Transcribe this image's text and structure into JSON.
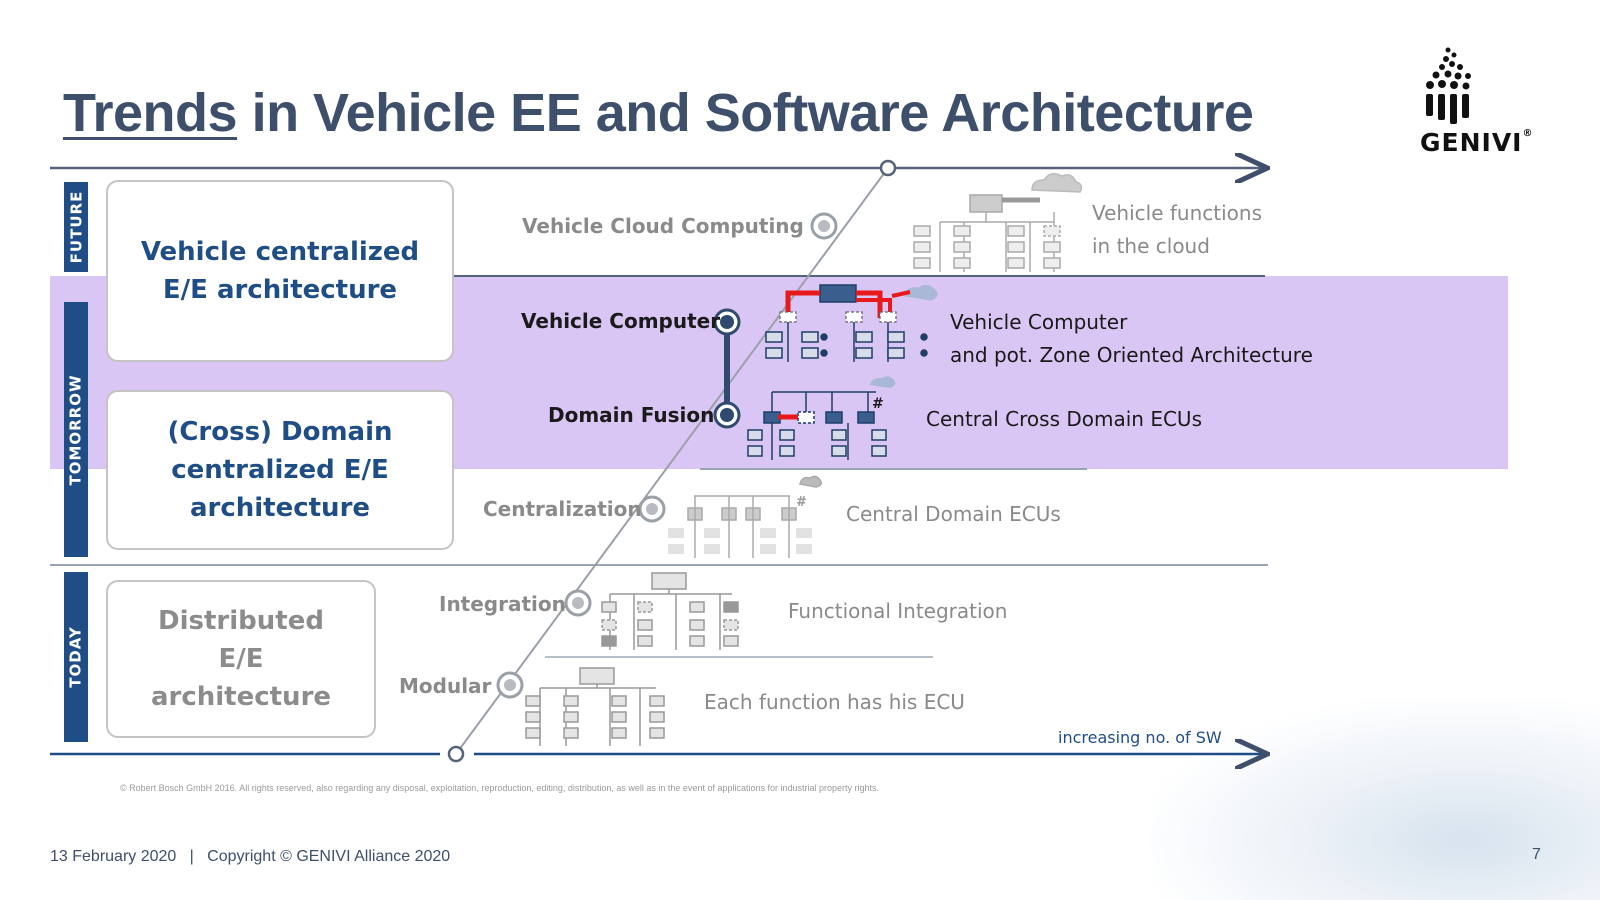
{
  "title": {
    "underlined": "Trends",
    "rest": " in Vehicle EE and Software Architecture"
  },
  "logo": {
    "text": "GENIVI",
    "registered": "®"
  },
  "side_tabs": {
    "future": "FUTURE",
    "tomorrow": "TOMORROW",
    "today": "TODAY"
  },
  "cards": {
    "centralized": "Vehicle centralized E/E architecture",
    "domain": "(Cross) Domain centralized E/E architecture",
    "distributed": "Distributed E/E architecture"
  },
  "stages": [
    {
      "label": "Vehicle Cloud Computing",
      "description_1": "Vehicle functions",
      "description_2": "in the cloud"
    },
    {
      "label": "Vehicle Computer",
      "description_1": "Vehicle Computer",
      "description_2": "and pot. Zone Oriented Architecture"
    },
    {
      "label": "Domain Fusion",
      "description_1": "Central Cross Domain ECUs"
    },
    {
      "label": "Centralization",
      "description_1": "Central Domain ECUs"
    },
    {
      "label": "Integration",
      "description_1": "Functional Integration"
    },
    {
      "label": "Modular",
      "description_1": "Each function has his ECU"
    }
  ],
  "axis_label": "increasing no. of SW",
  "copyright_note": "© Robert Bosch GmbH 2016. All rights reserved, also regarding any disposal, exploitation, reproduction, editing, distribution, as well as in the event of applications for industrial property rights.",
  "footer": {
    "date": "13 February 2020",
    "separator": "|",
    "copyright": "Copyright © GENIVI Alliance 2020"
  },
  "page_number": "7",
  "colors": {
    "title": "#3e4f6b",
    "accent_blue": "#1f4e86",
    "band": "#d9c6f4",
    "muted": "#8a8a8a",
    "red": "#e8191c"
  }
}
